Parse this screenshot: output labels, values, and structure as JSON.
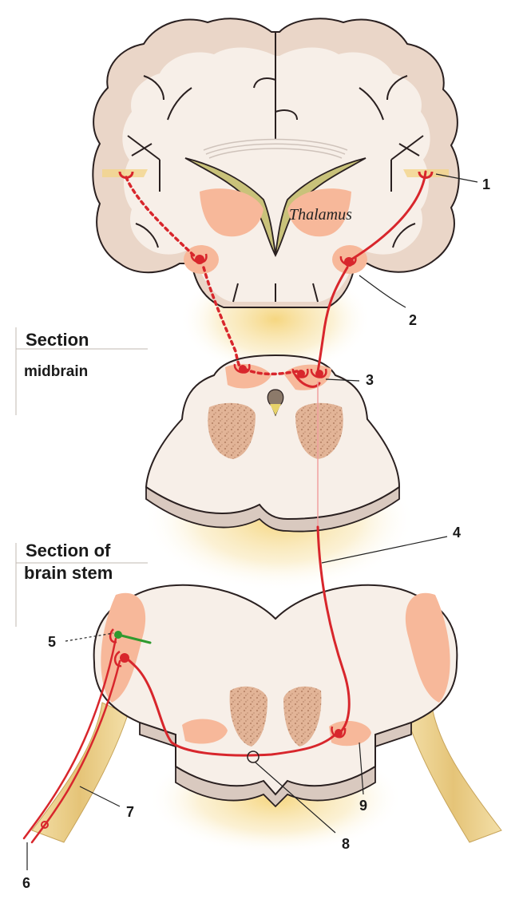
{
  "structure_labels": {
    "thalamus": "Thalamus"
  },
  "section_labels": {
    "midbrain_line1": "Section",
    "midbrain_line2": "midbrain",
    "brainstem_line1": "Section of",
    "brainstem_line2": "brain stem"
  },
  "callouts": [
    "1",
    "2",
    "3",
    "4",
    "5",
    "6",
    "7",
    "8",
    "9"
  ],
  "colors": {
    "pathway": "#d8262c",
    "nucleus": "#f7b89a",
    "tissue": "#f7efe8",
    "cortex": "#ead6c8",
    "outline": "#2a2020",
    "ventricle": "#c9c27a",
    "glow": "#f6d98a",
    "speckle": "#d9a98a",
    "fiber": "#e9cf8e",
    "collateral": "#2f9a2f"
  }
}
